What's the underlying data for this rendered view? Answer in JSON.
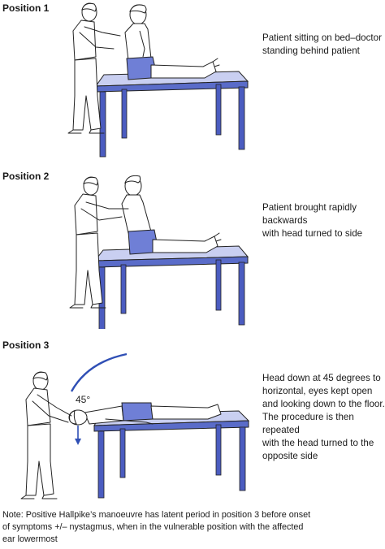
{
  "positions": [
    {
      "label": "Position 1",
      "description": "Patient sitting on bed–doctor\nstanding behind patient"
    },
    {
      "label": "Position 2",
      "description": "Patient brought rapidly backwards\nwith head turned to side"
    },
    {
      "label": "Position 3",
      "description": "Head down at 45 degrees to\nhorizontal, eyes kept open\nand looking down to the floor.\nThe procedure is then repeated\nwith the head turned to the\nopposite side",
      "angle_label": "45°"
    }
  ],
  "note": "Note: Positive Hallpike’s manoeuvre has latent period in position 3 before onset\nof symptoms +/– nystagmus, when in the vulnerable position with the affected\near lowermost",
  "colors": {
    "table_top": "#c9cff1",
    "table_edge": "#5a6cc9",
    "shorts": "#6f7fd6",
    "arrow": "#2f4fb5"
  }
}
